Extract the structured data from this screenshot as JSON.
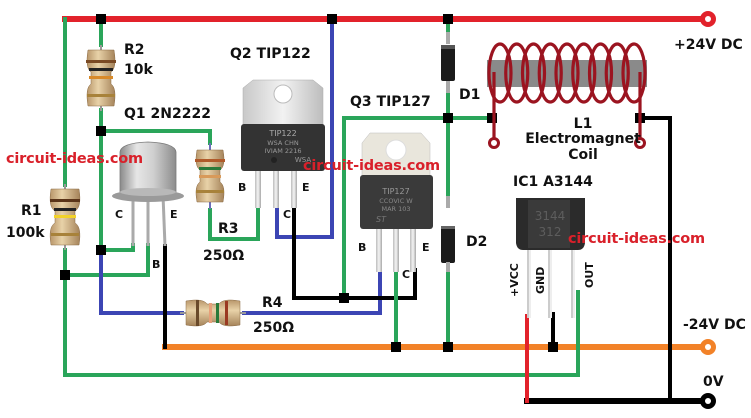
{
  "title": "Electromagnet driver circuit with Hall sensor",
  "watermark": "circuit-ideas.com",
  "colors": {
    "positive_rail": "#e2222b",
    "negative_rail": "#f28228",
    "ground_wire": "#000000",
    "green_wire": "#2aa55a",
    "blue_wire": "#3c45b4",
    "coil": "#9b1420",
    "core": "#8a8a8a",
    "watermark": "#d9202a"
  },
  "supply": {
    "positive": "+24V DC",
    "negative": "-24V DC",
    "ground": "0V"
  },
  "components": {
    "r1": {
      "ref": "R1",
      "value": "100k"
    },
    "r2": {
      "ref": "R2",
      "value": "10k"
    },
    "r3": {
      "ref": "R3",
      "value": "250Ω"
    },
    "r4": {
      "ref": "R4",
      "value": "250Ω"
    },
    "q1": {
      "label": "Q1 2N2222",
      "pins": {
        "c": "C",
        "b": "B",
        "e": "E"
      }
    },
    "q2": {
      "label": "Q2 TIP122",
      "marking": [
        "TIP122",
        "WSA CHN",
        "IVIAM 2216",
        "WSA"
      ],
      "pins": {
        "b": "B",
        "c": "C",
        "e": "E"
      }
    },
    "q3": {
      "label": "Q3 TIP127",
      "marking": [
        "TIP127",
        "CCOVIC W",
        "MAR 103"
      ],
      "pins": {
        "b": "B",
        "c": "C",
        "e": "E"
      }
    },
    "d1": {
      "ref": "D1"
    },
    "d2": {
      "ref": "D2"
    },
    "l1": {
      "ref": "L1",
      "desc_line1": "Electromagnet",
      "desc_line2": "Coil"
    },
    "ic1": {
      "label": "IC1 A3144",
      "marking": [
        "3144",
        "312"
      ],
      "pins": {
        "vcc": "+VCC",
        "gnd": "GND",
        "out": "OUT"
      }
    }
  }
}
